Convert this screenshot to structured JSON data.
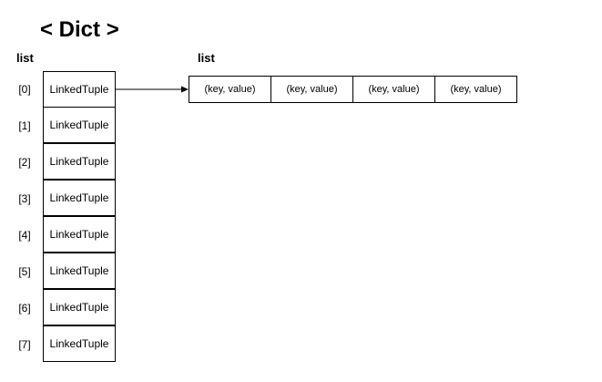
{
  "title": "< Dict >",
  "outer_list": {
    "label": "list",
    "indices": [
      "[0]",
      "[1]",
      "[2]",
      "[3]",
      "[4]",
      "[5]",
      "[6]",
      "[7]"
    ],
    "cells": [
      "LinkedTuple",
      "LinkedTuple",
      "LinkedTuple",
      "LinkedTuple",
      "LinkedTuple",
      "LinkedTuple",
      "LinkedTuple",
      "LinkedTuple"
    ]
  },
  "linked_list": {
    "label": "list",
    "items": [
      "(key, value)",
      "(key, value)",
      "(key, value)",
      "(key, value)"
    ]
  }
}
